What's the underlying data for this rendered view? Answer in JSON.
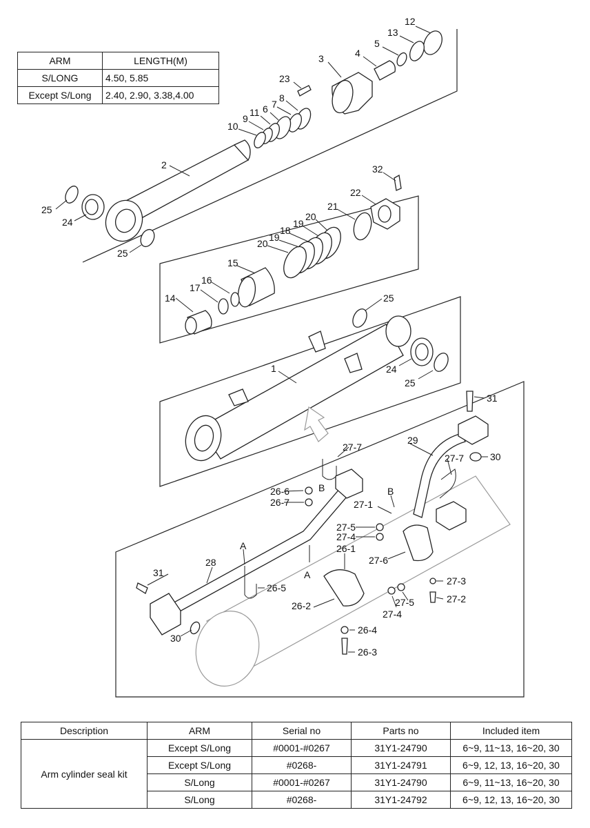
{
  "arm_table": {
    "headers": [
      "ARM",
      "LENGTH(M)"
    ],
    "rows": [
      [
        "S/LONG",
        "4.50, 5.85"
      ],
      [
        "Except S/Long",
        "2.40, 2.90, 3.38,4.00"
      ]
    ]
  },
  "kit_table": {
    "headers": [
      "Description",
      "ARM",
      "Serial no",
      "Parts no",
      "Included item"
    ],
    "description": "Arm cylinder seal kit",
    "rows": [
      [
        "Except S/Long",
        "#0001-#0267",
        "31Y1-24790",
        "6~9, 11~13, 16~20, 30"
      ],
      [
        "Except S/Long",
        "#0268-",
        "31Y1-24791",
        "6~9, 12, 13, 16~20, 30"
      ],
      [
        "S/Long",
        "#0001-#0267",
        "31Y1-24790",
        "6~9, 11~13, 16~20, 30"
      ],
      [
        "S/Long",
        "#0268-",
        "31Y1-24792",
        "6~9, 12, 13, 16~20, 30"
      ]
    ]
  },
  "callouts": {
    "c1": "1",
    "c2": "2",
    "c3": "3",
    "c4": "4",
    "c5": "5",
    "c6": "6",
    "c7": "7",
    "c8": "8",
    "c9": "9",
    "c10": "10",
    "c11": "11",
    "c12": "12",
    "c13": "13",
    "c14": "14",
    "c15": "15",
    "c16": "16",
    "c17": "17",
    "c18": "18",
    "c19a": "19",
    "c19b": "19",
    "c20a": "20",
    "c20b": "20",
    "c21": "21",
    "c22": "22",
    "c23": "23",
    "c24a": "24",
    "c24b": "24",
    "c25a": "25",
    "c25b": "25",
    "c25c": "25",
    "c25d": "25",
    "c26_1": "26-1",
    "c26_2": "26-2",
    "c26_3": "26-3",
    "c26_4": "26-4",
    "c26_5": "26-5",
    "c26_6": "26-6",
    "c26_7": "26-7",
    "c27_1": "27-1",
    "c27_2": "27-2",
    "c27_3": "27-3",
    "c27_4a": "27-4",
    "c27_4b": "27-4",
    "c27_5a": "27-5",
    "c27_5b": "27-5",
    "c27_6": "27-6",
    "c27_7a": "27-7",
    "c27_7b": "27-7",
    "c28": "28",
    "c29": "29",
    "c30a": "30",
    "c30b": "30",
    "c31a": "31",
    "c31b": "31",
    "c32": "32",
    "refA1": "A",
    "refA2": "A",
    "refB1": "B",
    "refB2": "B"
  }
}
